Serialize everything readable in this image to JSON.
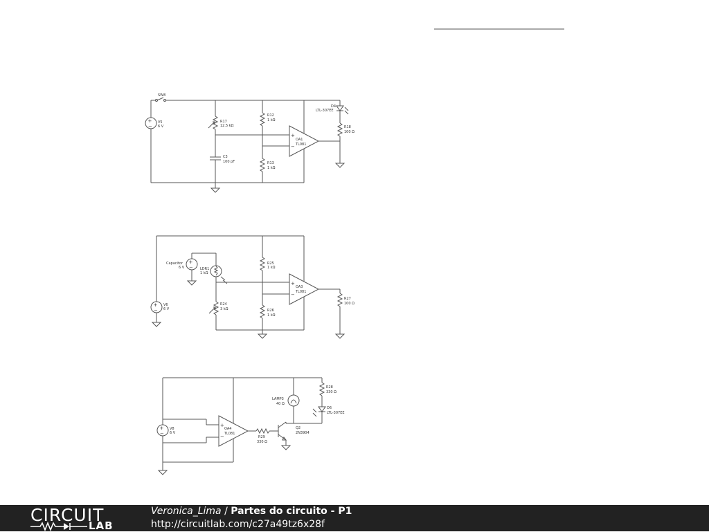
{
  "footer": {
    "brand_top": "CIRCUIT",
    "brand_bottom": "LAB",
    "author": "Veronica_Lima",
    "separator": " / ",
    "title": "Partes do circuito - P1",
    "url": "http://circuitlab.com/c27a49tz6x28f"
  },
  "circuit1": {
    "sw": "SW8",
    "v5_name": "V5",
    "v5_value": "6 V",
    "r17_name": "R17",
    "r17_value": "12.5 kΩ",
    "c3_name": "C3",
    "c3_value": "100 pF",
    "r12_name": "R12",
    "r12_value": "1 kΩ",
    "r13_name": "R13",
    "r13_value": "1 kΩ",
    "oa1_name": "OA1",
    "oa1_value": "TL081",
    "d4_name": "D4",
    "d4_value": "LTL-307EE",
    "r18_name": "R18",
    "r18_value": "100 Ω"
  },
  "circuit2": {
    "cap_name": "Capacitor",
    "cap_value": "6 V",
    "ldr_name": "LDR1",
    "ldr_value": "1 kΩ",
    "r25_name": "R25",
    "r25_value": "1 kΩ",
    "r26_name": "R26",
    "r26_value": "1 kΩ",
    "r24_name": "R24",
    "r24_value": "3 kΩ",
    "v6_name": "V6",
    "v6_value": "6 V",
    "oa3_name": "OA3",
    "oa3_value": "TL081",
    "r27_name": "R27",
    "r27_value": "100 Ω"
  },
  "circuit3": {
    "v8_name": "V8",
    "v8_value": "6 V",
    "oa4_name": "OA4",
    "oa4_value": "TL081",
    "r29_name": "R29",
    "r29_value": "330 Ω",
    "q2_name": "Q2",
    "q2_value": "2N3904",
    "lamp_name": "LAMP3",
    "lamp_value": "40 Ω",
    "r28_name": "R28",
    "r28_value": "330 Ω",
    "d6_name": "D6",
    "d6_value": "LTL-307EE"
  }
}
